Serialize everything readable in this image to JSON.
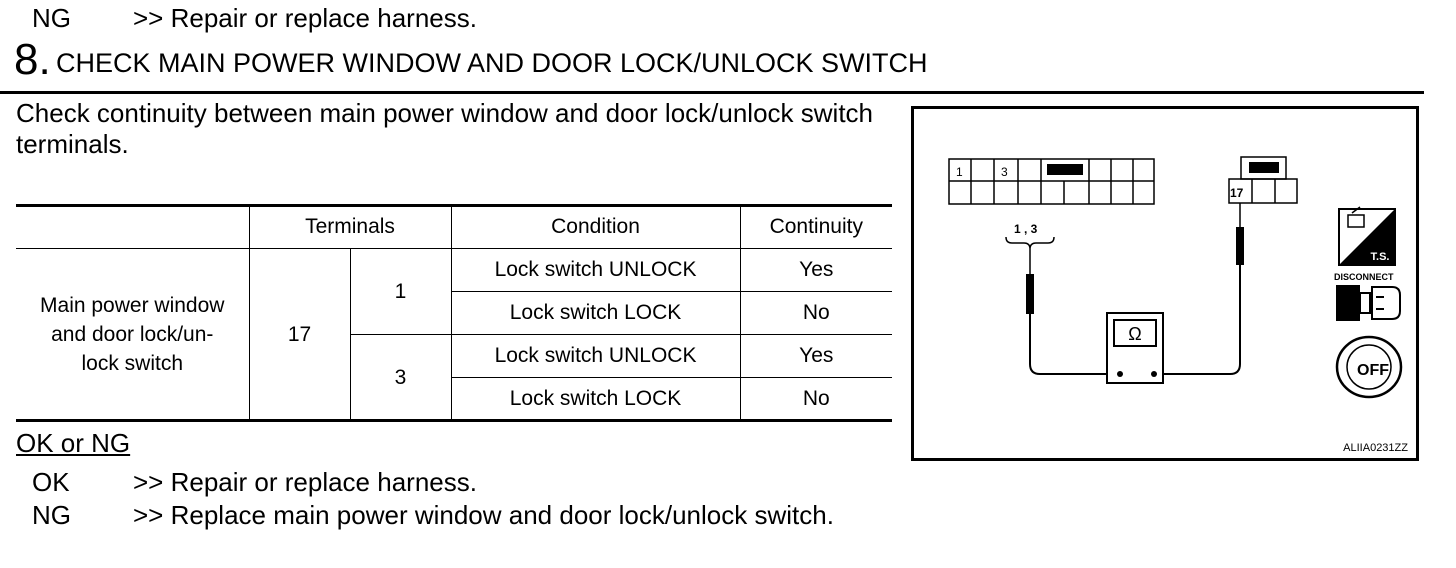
{
  "previous_result": {
    "key": "NG",
    "text": ">> Repair or replace harness."
  },
  "step": {
    "number": "8.",
    "title": "CHECK MAIN POWER WINDOW AND DOOR LOCK/UNLOCK SWITCH",
    "instruction": "Check continuity between main power window and door lock/unlock switch terminals."
  },
  "table": {
    "headers": {
      "terminals": "Terminals",
      "condition": "Condition",
      "continuity": "Continuity"
    },
    "component": "Main power window and door lock/un-lock switch",
    "component_lines": [
      "Main power window",
      "and door lock/un-",
      "lock switch"
    ],
    "common_terminal": "17",
    "groups": [
      {
        "terminal": "1",
        "rows": [
          {
            "condition": "Lock switch UNLOCK",
            "continuity": "Yes"
          },
          {
            "condition": "Lock switch LOCK",
            "continuity": "No"
          }
        ]
      },
      {
        "terminal": "3",
        "rows": [
          {
            "condition": "Lock switch UNLOCK",
            "continuity": "Yes"
          },
          {
            "condition": "Lock switch LOCK",
            "continuity": "No"
          }
        ]
      }
    ]
  },
  "ok_or_ng": "OK or NG",
  "results": [
    {
      "key": "OK",
      "text": ">> Repair or replace harness."
    },
    {
      "key": "NG",
      "text": ">> Replace main power window and door lock/unlock switch."
    }
  ],
  "figure": {
    "connector_left_labels": [
      "1",
      "3"
    ],
    "connector_right_label": "17",
    "probe_label": "1 , 3",
    "meter_symbol": "Ω",
    "icon_ts": "T.S.",
    "icon_disconnect": "DISCONNECT",
    "icon_off": "OFF",
    "code": "ALIIA0231ZZ",
    "icons": [
      "terminal-probe-icon",
      "disconnect-connector-icon",
      "ignition-off-key-icon"
    ]
  }
}
